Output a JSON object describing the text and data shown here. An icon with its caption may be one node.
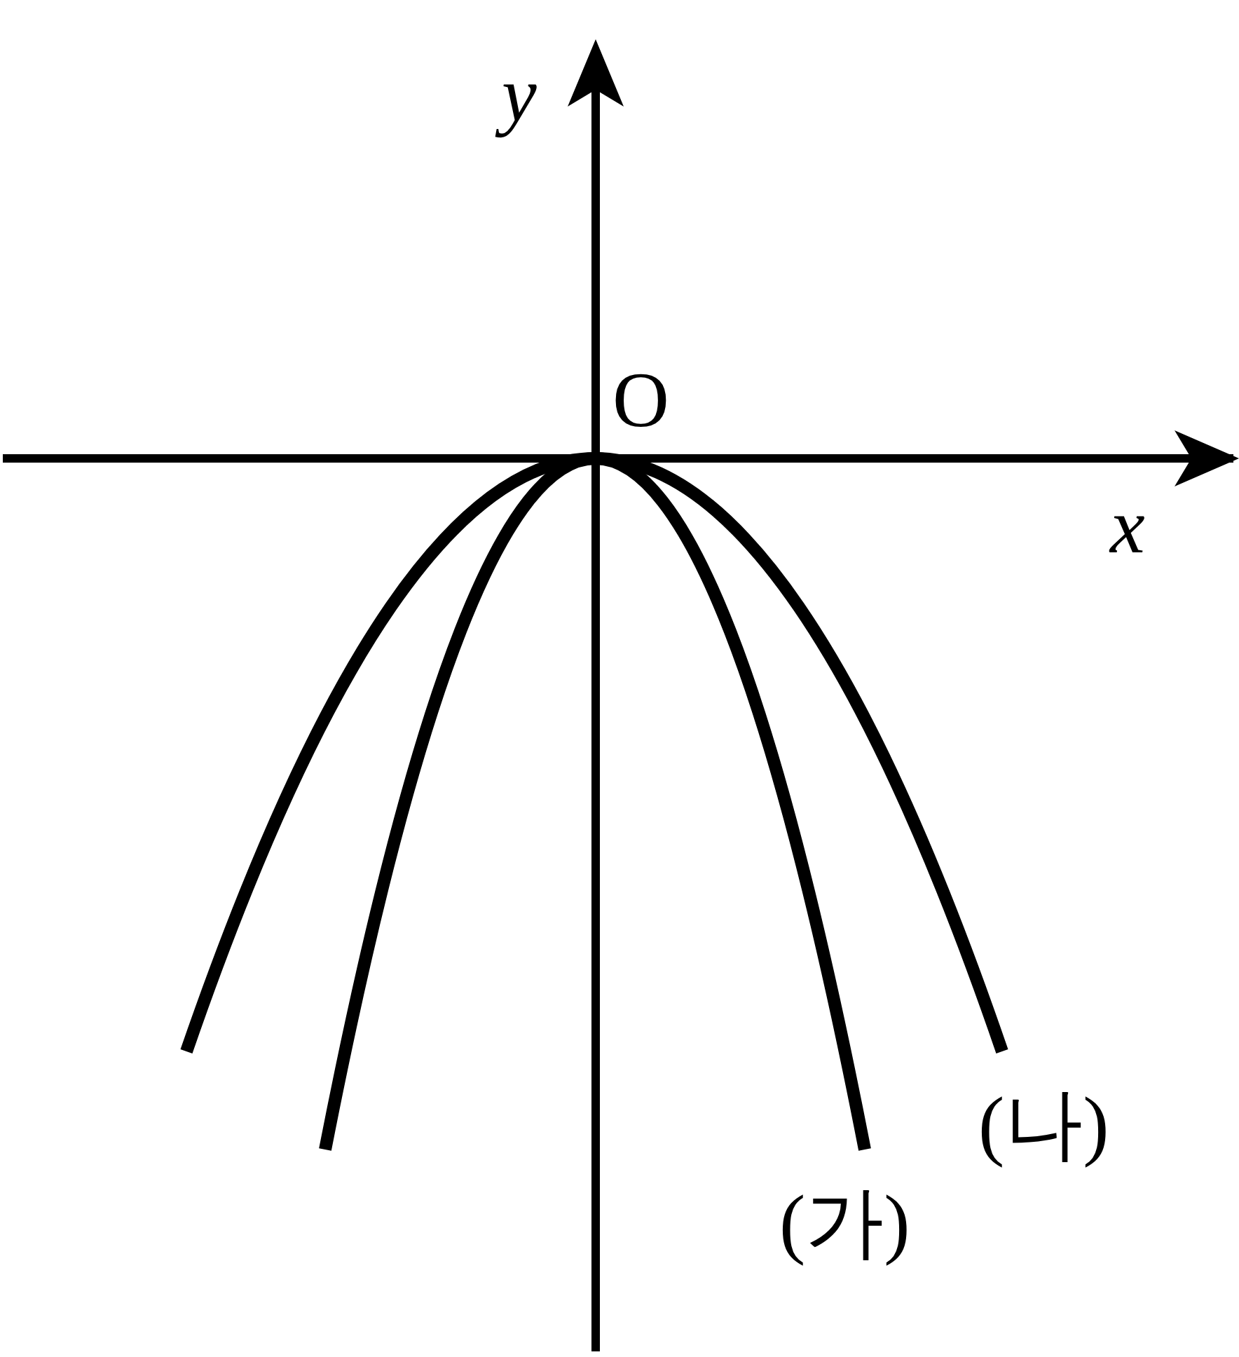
{
  "diagram": {
    "labels": [
      "y",
      "O",
      "x",
      "(가)",
      "(나)"
    ]
  }
}
